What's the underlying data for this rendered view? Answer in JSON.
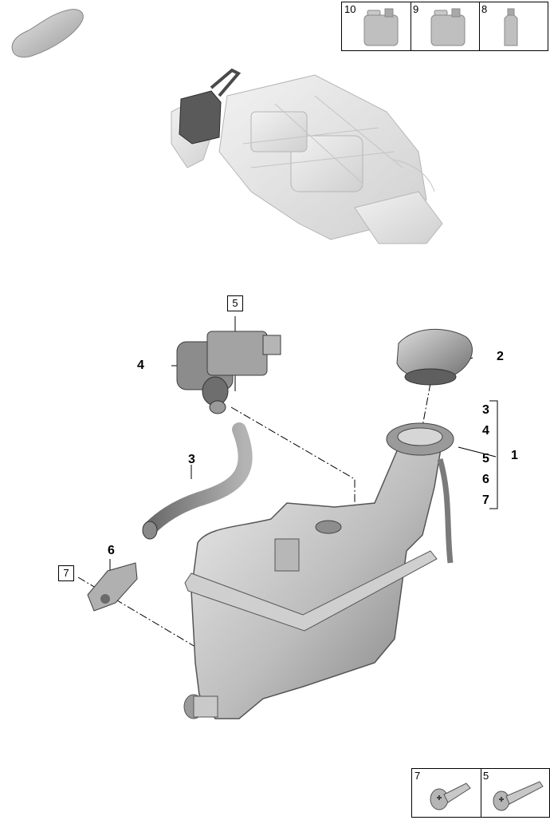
{
  "callouts": {
    "c1": "1",
    "c2": "2",
    "c3": "3",
    "c4": "4",
    "c6": "6",
    "c5_boxed": "5",
    "c7_boxed": "7"
  },
  "group_list": [
    "3",
    "4",
    "5",
    "6",
    "7"
  ],
  "fluids_panel": {
    "cells": [
      {
        "num": "10",
        "icon": "canister-large-icon"
      },
      {
        "num": "9",
        "icon": "canister-medium-icon"
      },
      {
        "num": "8",
        "icon": "bottle-icon"
      }
    ]
  },
  "fasteners_panel": {
    "cells": [
      {
        "num": "7",
        "icon": "short-screw-icon"
      },
      {
        "num": "5",
        "icon": "long-screw-icon"
      }
    ]
  }
}
